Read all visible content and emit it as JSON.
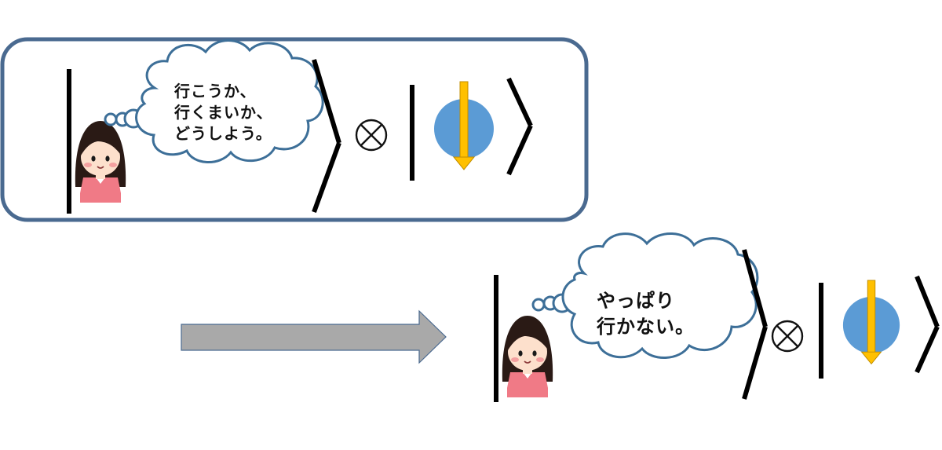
{
  "state_before": {
    "thought_lines": [
      "行こうか、",
      "行くまいか、",
      "どうしよう。"
    ],
    "operator": "⊗"
  },
  "state_after": {
    "thought_lines": [
      "やっぱり",
      "行かない。"
    ],
    "operator": "⊗"
  },
  "colors": {
    "frame": "#4a6a90",
    "cloud_outline": "#3d6f98",
    "sphere": "#5b9bd5",
    "spin_arrow": "#ffc000",
    "transition_arrow": "#a9a9a9",
    "kets": "#000000",
    "skin": "#fde0cc",
    "hair": "#2a1a15",
    "shirt": "#f07a86"
  },
  "icons": [
    "girl-thinking",
    "thought-cloud",
    "spin-down-sphere",
    "transition-arrow"
  ]
}
